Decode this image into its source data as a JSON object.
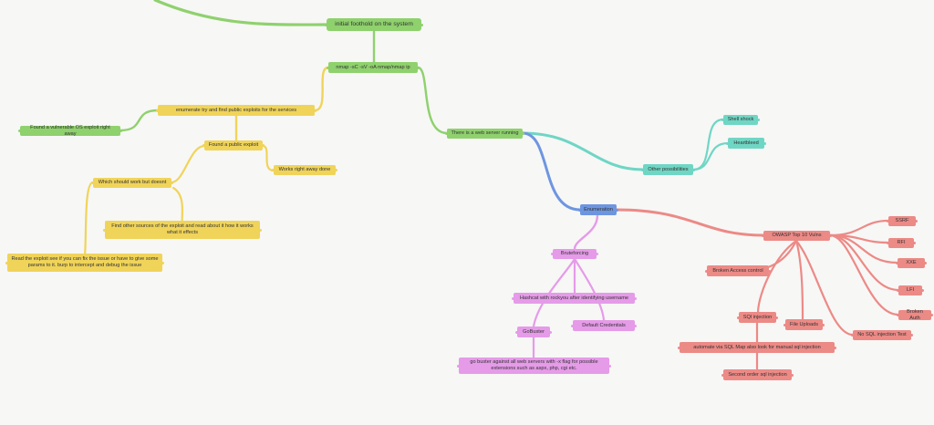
{
  "colors": {
    "green": "#8fd16d",
    "yellow": "#f0d45a",
    "teal": "#6fd6c4",
    "blue": "#6e96e0",
    "violet": "#e59be8",
    "red": "#ec8a86"
  },
  "nodes": {
    "initial_foothold": "initial foothold on the system",
    "nmap": "nmap -sC -sV -oA nmap/nmap ip",
    "enumerate": "enumerate try and find public exploits for the services",
    "found_vuln_os": "Found a vulnerable OS exploit right away",
    "found_public_exploit": "Found a public exploit",
    "works_right_away": "Works right away done",
    "should_work_but_doesnt": "Which should work but doesnt",
    "find_other_sources": "Find other sources of the exploit and read about it how it works what it effects",
    "read_exploit": "Read the exploit see if you can fix the issue or have to give some params to it. burp to intercept and debug the issue",
    "web_server": "There is a web server running",
    "other_possibilities": "Other possibilities",
    "shell_shock": "Shell shock",
    "heartbleed": "Heartbleed",
    "enumeration": "Enumeration",
    "bruteforcing": "Bruteforcing",
    "hashcat": "Hashcat with rockyou after identifying username",
    "default_credentials": "Default Credentials",
    "gobuster": "GoBuster",
    "gobuster_note": "go buster against all web servers with -x flag for possible extensions such as aspx, php, cgi etc.",
    "owasp": "OWASP Top 10 Vulns",
    "ssrf": "SSRF",
    "rfi": "RFI",
    "xxe": "XXE",
    "lfi": "LFI",
    "broken_auth": "Broken Auth",
    "broken_access": "Broken Access control",
    "sqli": "SQl injection",
    "file_uploads": "File Uploads",
    "nosql": "No SQL injection Test",
    "sqlmap": "automate via SQL Map also look for manual sql injection",
    "second_order": "Second order sql injection"
  }
}
